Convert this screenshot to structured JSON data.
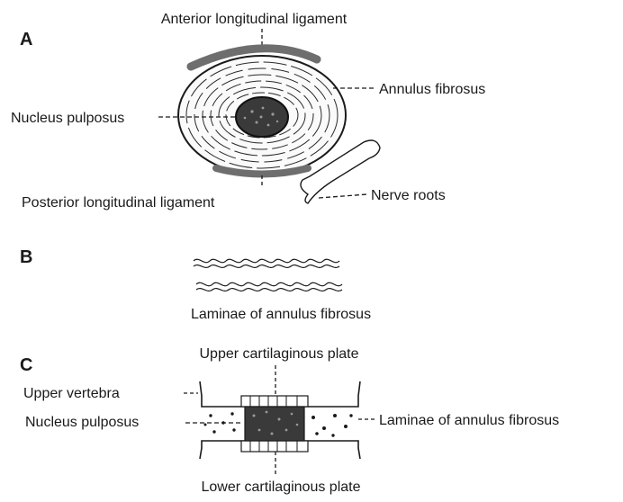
{
  "panels": {
    "a": {
      "letter": "A",
      "labels": {
        "anterior_ligament": "Anterior longitudinal ligament",
        "annulus": "Annulus fibrosus",
        "nucleus": "Nucleus pulposus",
        "posterior_ligament": "Posterior longitudinal ligament",
        "nerve_roots": "Nerve roots"
      }
    },
    "b": {
      "letter": "B",
      "labels": {
        "laminae": "Laminae of annulus fibrosus"
      }
    },
    "c": {
      "letter": "C",
      "labels": {
        "upper_plate": "Upper cartilaginous plate",
        "upper_vertebra": "Upper vertebra",
        "nucleus": "Nucleus pulposus",
        "laminae": "Laminae of annulus fibrosus",
        "lower_plate": "Lower cartilaginous plate"
      }
    }
  },
  "colors": {
    "ink": "#1a1a1a",
    "ligament": "#6e6e6e",
    "nucleus_fill": "#3a3a3a"
  }
}
